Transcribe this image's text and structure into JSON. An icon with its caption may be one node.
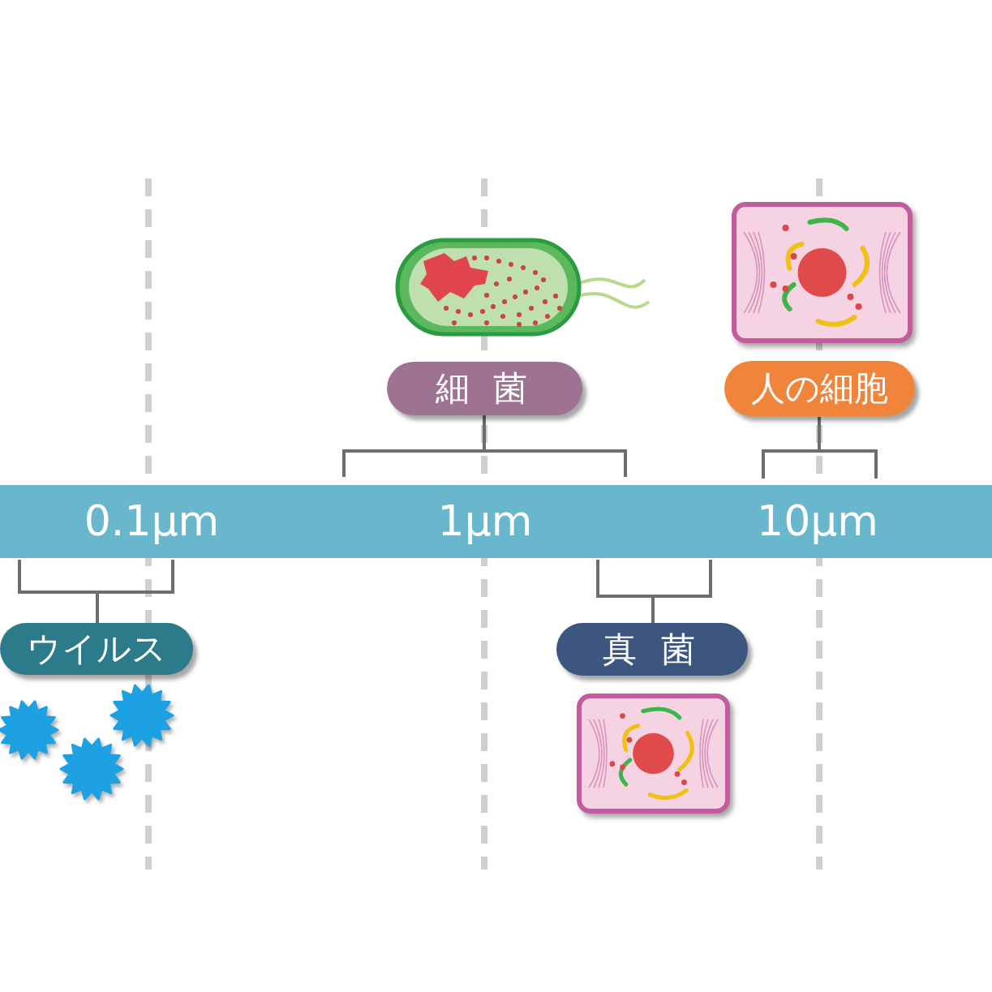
{
  "diagram": {
    "nodes": [
      {
        "text": [
          "細 菌"
        ]
      },
      {
        "text": [
          "人の細胞"
        ]
      },
      {
        "text": [
          "ウイルス"
        ]
      },
      {
        "text": [
          "真 菌"
        ]
      }
    ],
    "labels": [
      "0.1μm",
      "1μm",
      "10μm"
    ]
  }
}
